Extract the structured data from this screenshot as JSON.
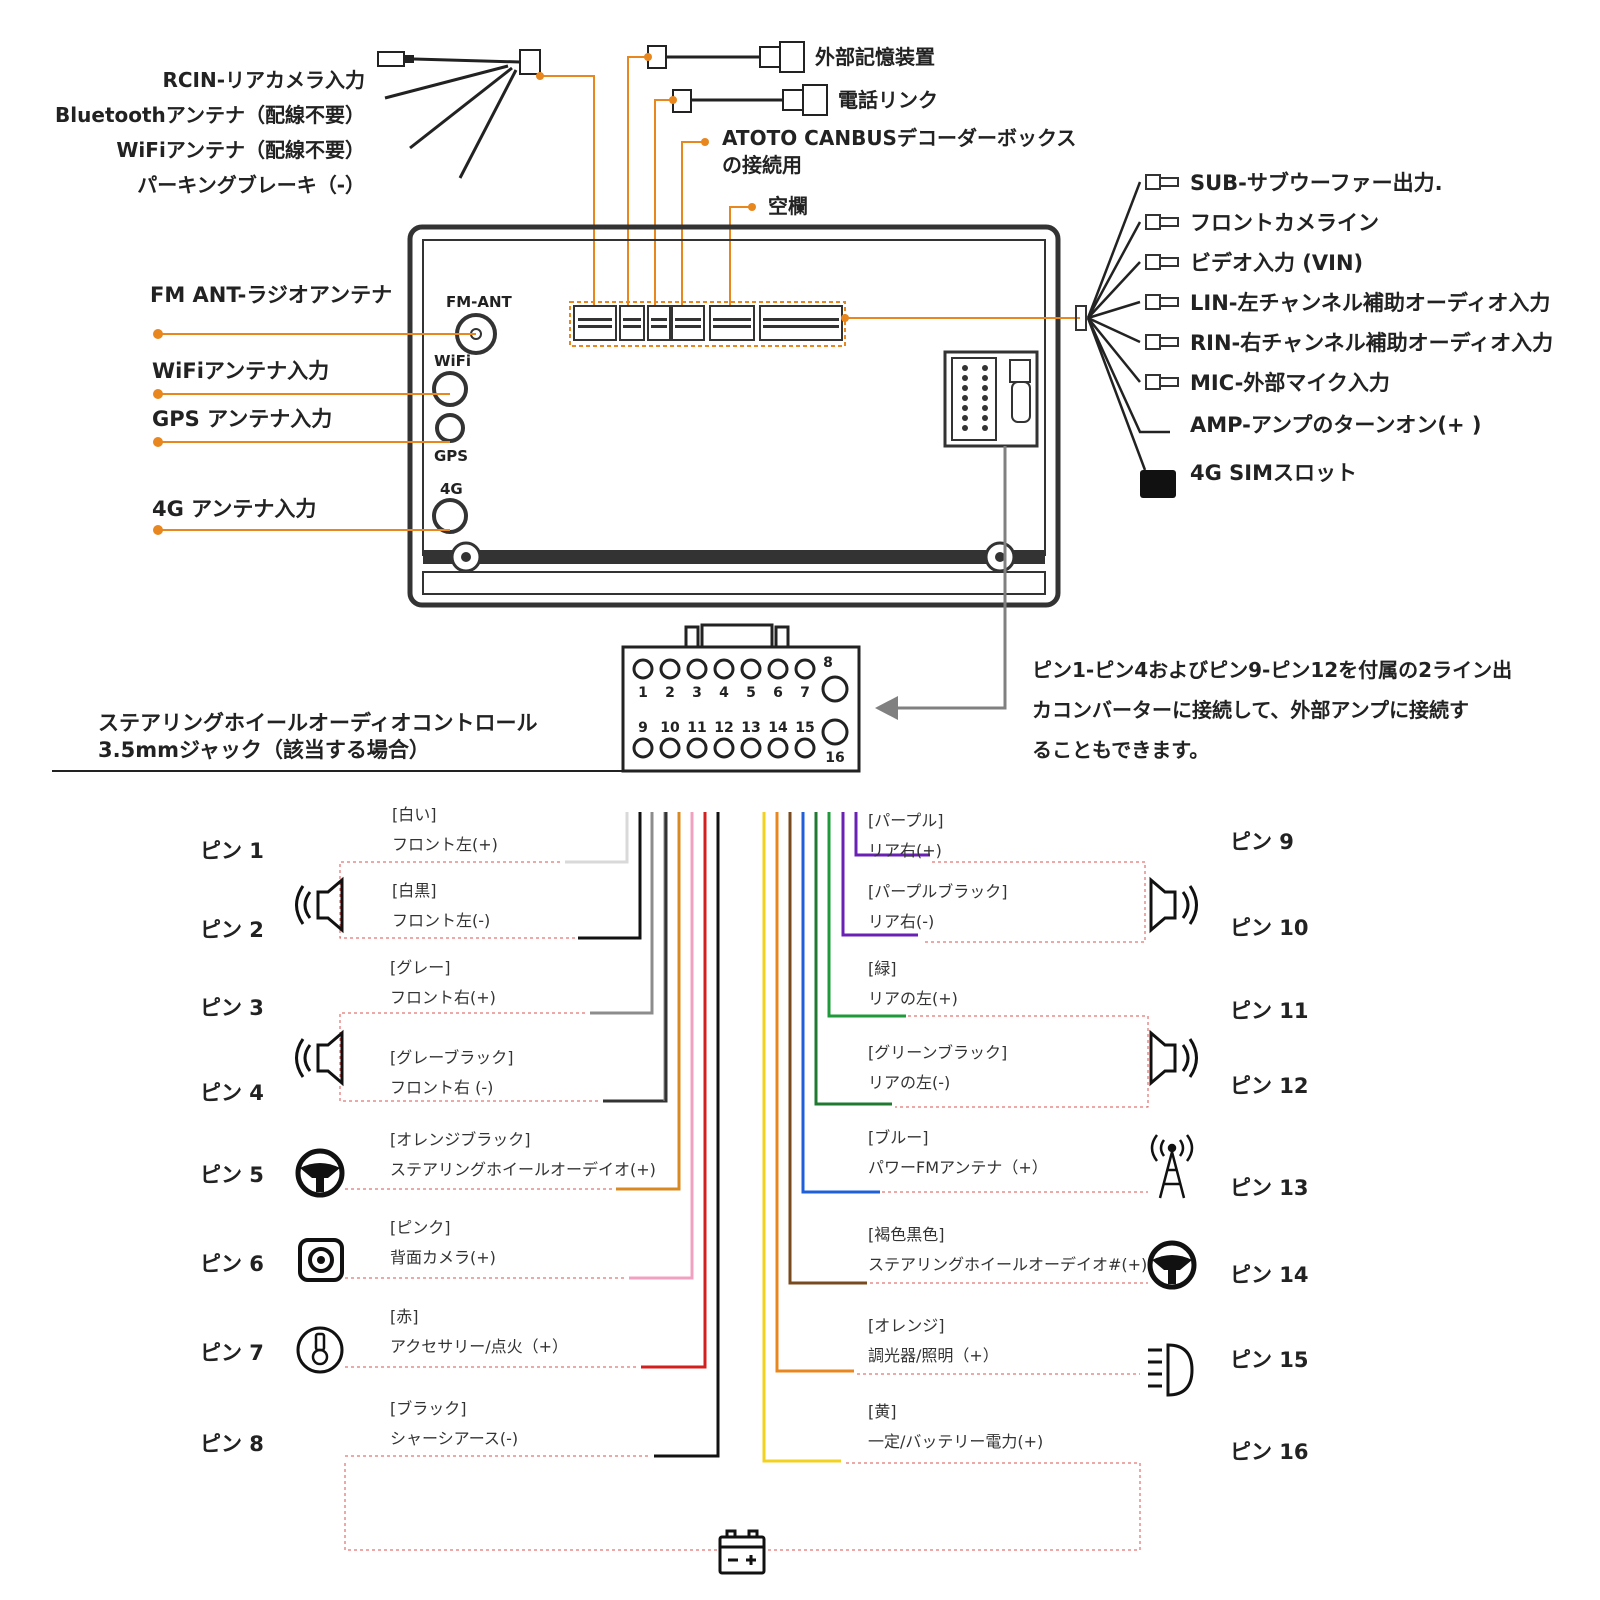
{
  "colors": {
    "orange": "#e8871e",
    "frame": "#333333",
    "dashed": "#d9534f"
  },
  "top": {
    "harness_labels": [
      "RCIN-リアカメラ入力",
      "Bluetoothアンテナ（配線不要）",
      "WiFiアンテナ（配線不要）",
      "パーキングブレーキ（-）"
    ],
    "external_storage": "外部記憶装置",
    "phone_link": "電話リンク",
    "canbus_1": "ATOTO CANBUSデコーダーボックス",
    "canbus_2": "の接続用",
    "blank": "空欄",
    "left_inputs": [
      "FM ANT-ラジオアンテナ",
      "WiFiアンテナ入力",
      "GPS アンテナ入力",
      "4G アンテナ入力"
    ],
    "port_fm": "FM-ANT",
    "port_wifi": "WiFi",
    "port_gps": "GPS",
    "port_4g": "4G",
    "right_outputs": [
      "SUB-サブウーファー出力.",
      "フロントカメライン",
      "ビデオ入力 (VIN)",
      "LIN-左チャンネル補助オーディオ入力",
      "RIN-右チャンネル補助オーディオ入力",
      "MIC-外部マイク入力",
      "AMP-アンプのターンオン(+ )",
      "4G SIMスロット"
    ],
    "steering_jack_1": "ステアリングホイールオーディオコントロール",
    "steering_jack_2": "3.5mmジャック（該当する場合）",
    "note_lines": [
      "ピン1-ピン4およびピン9-ピン12を付属の2ライン出",
      "カコンバーターに接続して、外部アンプに接続す",
      "ることもできます。"
    ],
    "connector_top_nums": [
      "1",
      "2",
      "3",
      "4",
      "5",
      "6",
      "7"
    ],
    "connector_bottom_nums": [
      "9",
      "10",
      "11",
      "12",
      "13",
      "14",
      "15"
    ],
    "connector_pin8": "8",
    "connector_pin16": "16"
  },
  "pins_left": [
    {
      "pin": "ピン 1",
      "color_name": "[白い]",
      "desc": "フロント左(+)",
      "wire": "#d9d9d9"
    },
    {
      "pin": "ピン 2",
      "color_name": "[白黒]",
      "desc": "フロント左(-)",
      "wire": "#111111"
    },
    {
      "pin": "ピン 3",
      "color_name": "[グレー]",
      "desc": "フロント右(+)",
      "wire": "#8c8c8c"
    },
    {
      "pin": "ピン 4",
      "color_name": "[グレーブラック]",
      "desc": "フロント右 (-)",
      "wire": "#333333"
    },
    {
      "pin": "ピン 5",
      "color_name": "[オレンジブラック]",
      "desc": "ステアリングホイールオーデイオ(+)",
      "wire": "#d9891f"
    },
    {
      "pin": "ピン 6",
      "color_name": "[ピンク]",
      "desc": "背面カメラ(+)",
      "wire": "#f2a0c0"
    },
    {
      "pin": "ピン 7",
      "color_name": "[赤]",
      "desc": "アクセサリー/点火（+）",
      "wire": "#d41f1f"
    },
    {
      "pin": "ピン 8",
      "color_name": "[ブラック]",
      "desc": "シャーシアース(-)",
      "wire": "#111111"
    }
  ],
  "pins_right": [
    {
      "pin": "ピン 9",
      "color_name": "[パープル]",
      "desc": "リア右(+)",
      "wire": "#6a1fb5"
    },
    {
      "pin": "ピン 10",
      "color_name": "[パープルブラック]",
      "desc": "リア右(-)",
      "wire": "#6a1fb5"
    },
    {
      "pin": "ピン 11",
      "color_name": "[緑]",
      "desc": "リアの左(+)",
      "wire": "#1f9a3a"
    },
    {
      "pin": "ピン 12",
      "color_name": "[グリーンブラック]",
      "desc": "リアの左(-)",
      "wire": "#1f7a30"
    },
    {
      "pin": "ピン 13",
      "color_name": "[ブルー]",
      "desc": "パワーFMアンテナ（+）",
      "wire": "#1f5fd9"
    },
    {
      "pin": "ピン 14",
      "color_name": "[褐色黒色]",
      "desc": "ステアリングホイールオーデイオ#(+)",
      "wire": "#7a4a1f"
    },
    {
      "pin": "ピン 15",
      "color_name": "[オレンジ]",
      "desc": "調光器/照明（+）",
      "wire": "#e8871e"
    },
    {
      "pin": "ピン 16",
      "color_name": "[黄]",
      "desc": "一定/バッテリー電力(+)",
      "wire": "#f2d21f"
    }
  ],
  "icons": {
    "speaker": "speaker-icon",
    "steering": "steering-wheel-icon",
    "camera": "camera-icon",
    "ignition": "ignition-icon",
    "antenna": "antenna-tower-icon",
    "headlight": "headlight-icon",
    "battery": "battery-icon"
  }
}
